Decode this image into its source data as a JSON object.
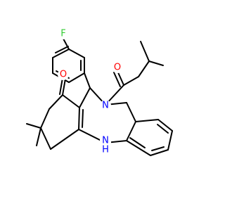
{
  "molecule": {
    "colors": {
      "bond": "#000000",
      "F": "#33cc33",
      "O": "#ff0000",
      "N": "#0000ff"
    },
    "labels": {
      "fluorine": "F",
      "ketone_oxygen": "O",
      "amide_oxygen": "O",
      "amide_nitrogen": "N",
      "amine_nitrogen": "N",
      "amine_hydrogen": "H"
    }
  }
}
